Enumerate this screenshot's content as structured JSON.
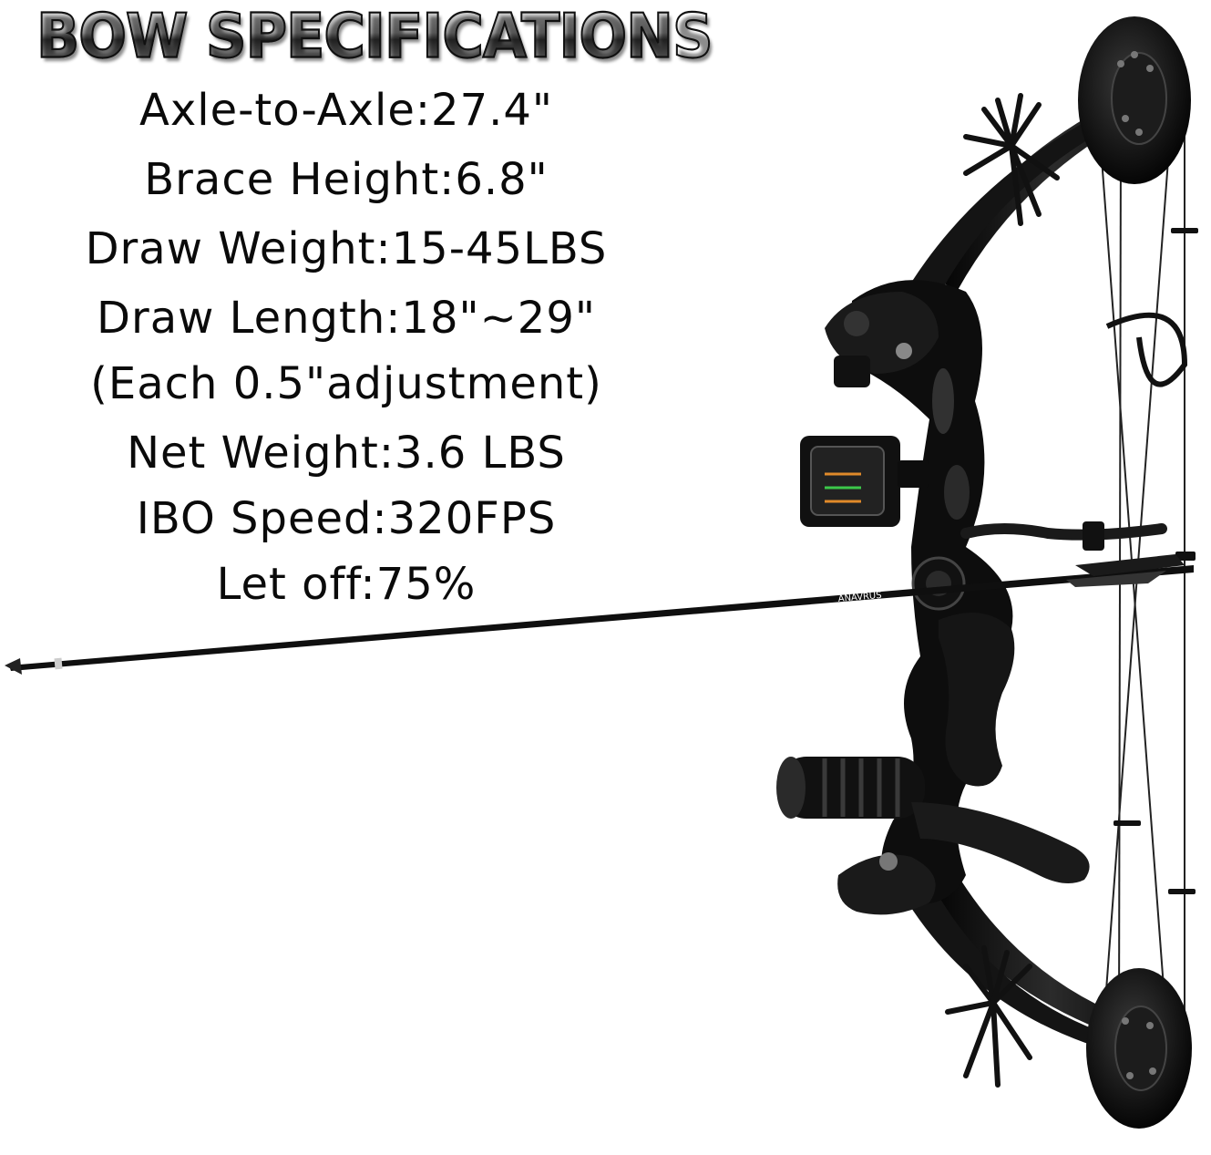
{
  "title": "BOW SPECIFICATIONS",
  "specs": [
    "Axle-to-Axle:27.4\"",
    "Brace Height:6.8\"",
    "Draw Weight:15-45LBS",
    "Draw Length:18\"~29\"",
    "(Each 0.5\"adjustment)",
    "Net Weight:3.6 LBS",
    "IBO Speed:320FPS",
    "Let off:75%"
  ],
  "arrow_brand": "ANAVRUS",
  "colors": {
    "bow_body": "#111111",
    "text": "#0a0a0a",
    "background": "#ffffff"
  }
}
